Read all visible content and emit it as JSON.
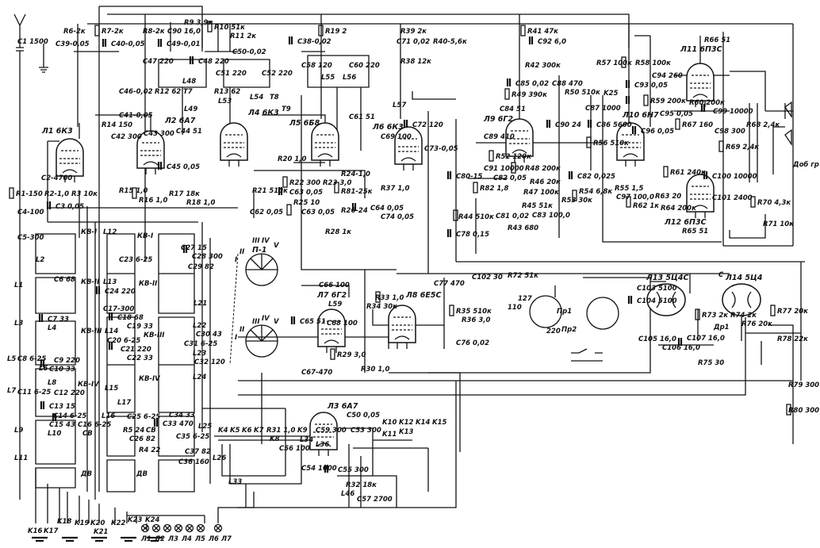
{
  "tubes": [
    "Л1 6К3",
    "Л2 6А7",
    "Л4 6К3",
    "Л5 6Б8",
    "Л6 6К3",
    "Л9 6Г2",
    "Л10 6Н7",
    "Л11 6П3С",
    "Л12 6П3С",
    "Л7 6Г2",
    "Л8 6Е5С",
    "Л3 6А7",
    "Л13 5Ц4С",
    "Л14 5Ц4"
  ],
  "components": [
    "C1 1500",
    "R6-2к",
    "C39-0,05",
    "R7-2к",
    "C40-0,05",
    "R8-2к",
    "C90 16,0",
    "C49-0,01",
    "R9 3,9к",
    "R10 51к",
    "R11 2к",
    "C50-0,02",
    "C47 220",
    "C48 220",
    "L48",
    "C46-0,02",
    "R12 62",
    "T7",
    "L49",
    "R13 62",
    "C51 220",
    "C52 220",
    "L53",
    "L54",
    "T8",
    "T9",
    "C41-0,05",
    "C42 300",
    "R14 150",
    "C43 300",
    "C44 51",
    "C45 0,05",
    "C2-4700",
    "R1-150",
    "R2-1,0",
    "R3 10к",
    "C4-100",
    "C3 0,05",
    "R15 1,0",
    "R16 1,0",
    "R17 18к",
    "R18 1,0",
    "R19 2",
    "C38-0,02",
    "C58 120",
    "C60 220",
    "L55",
    "L56",
    "C61 51",
    "R20 1,0",
    "R21 510к",
    "R22 300",
    "R23 3,0",
    "R24-1,0",
    "R81-25к",
    "R26-24",
    "R28 1к",
    "C63 0,05",
    "C64 0,05",
    "R39 2к",
    "C71 0,02",
    "R38 12к",
    "R40-5,6к",
    "L57",
    "C72 120",
    "C73-0,05",
    "C69 100",
    "R37 1,0",
    "C74 0,05",
    "R41 47к",
    "C92 6,0",
    "R42 300к",
    "C84 51",
    "C85 0,02",
    "C88 470",
    "R49 390к",
    "R50 510к",
    "C89 410",
    "R52 120к",
    "C90 24",
    "C87 1000",
    "K25",
    "C86 5600",
    "C91 10000",
    "R48 200к",
    "R47 100к",
    "R53 30к",
    "R54 6,8к",
    "C82 0,025",
    "R55 1,5",
    "R56 510к",
    "C80-15",
    "C82 0,05",
    "R82 1,8",
    "R46 20к",
    "R45 51к",
    "C81 0,02",
    "R43 680",
    "C83 100,0",
    "R44 510к",
    "C78 0,15",
    "R57 100к",
    "R58 100к",
    "C93 0,05",
    "C94 260",
    "R59 200к",
    "C95 0,05",
    "R60 200к",
    "R67 160",
    "C96 0,05",
    "C97 100,0",
    "R62 1к",
    "R63 20",
    "R64 200к",
    "R61 240к",
    "R66 51",
    "R65 51",
    "C98 300",
    "C99 10000",
    "R68 2,4к",
    "R69 2,4к",
    "C100 10000",
    "C101 2400",
    "R70 4,3к",
    "R71 10к",
    "Доб гр",
    "C102 30",
    "R72 51к",
    "C77 470",
    "R35 510к",
    "R36 3,0",
    "C76 0,02",
    "R33 1,0",
    "R34 30к",
    "C66 100",
    "L59",
    "C65 51",
    "C68 100",
    "R29 3,0",
    "R30 1,0",
    "C67-470",
    "C103 5100",
    "C104 5100",
    "Пр1",
    "Пр2",
    "110",
    "127",
    "220",
    "Др1",
    "C105 16,0",
    "C106 16,0",
    "C107 16,0",
    "R75 30",
    "R73 2к",
    "R74 2к",
    "R76 20к",
    "R77 20к",
    "R78 22к",
    "R79 300",
    "R80 300",
    "C",
    "C50 0,05",
    "C53 300",
    "R31 1,0",
    "C56 100",
    "C54 1000",
    "C55 300",
    "L33",
    "L34",
    "L36",
    "C5-300",
    "C6 68",
    "C7 33",
    "C8 6-25",
    "C9 220",
    "C10 33",
    "C11 6-25",
    "C12 220",
    "C13 15",
    "C14 6-25",
    "C15 43",
    "C16 6-25",
    "L1",
    "L2",
    "L3",
    "L4",
    "L5",
    "L6",
    "L7",
    "L8",
    "L9",
    "L10",
    "L11",
    "L12",
    "L13",
    "C17-300",
    "C18 68",
    "C19 33",
    "C20 6-25",
    "C21 220",
    "C22 33",
    "C23 6-25",
    "C24 220",
    "L14",
    "L15",
    "L16",
    "L17",
    "C25 6-25",
    "R5 24",
    "C26 82",
    "C27 15",
    "C28 300",
    "C29 82",
    "L21",
    "L22",
    "C30 43",
    "C31 6-25",
    "L23",
    "C32 120",
    "L24",
    "C33 470",
    "C34 33",
    "C35 6-25",
    "L25",
    "C36 160",
    "C37 82",
    "L26",
    "R4 22",
    "C57 2700",
    "L46",
    "C62 0,05",
    "R25 10",
    "C63 0,05",
    "R32 18к",
    "C59 300"
  ],
  "band_labels": [
    "КВ-I",
    "КВ-II",
    "КВ-III",
    "КВ-IV",
    "СВ",
    "ДВ",
    "КВ-I",
    "КВ-II",
    "КВ-III",
    "КВ-IV",
    "СВ",
    "ДВ"
  ],
  "switch": {
    "label": "П-1",
    "positions": [
      "I",
      "II",
      "III",
      "IV",
      "V",
      "I",
      "II",
      "III",
      "IV",
      "V"
    ]
  },
  "contacts": [
    "K16",
    "K17",
    "K18",
    "K19",
    "K20",
    "K21",
    "K22",
    "K23",
    "K24",
    "K4",
    "K5",
    "K6",
    "K7",
    "K8",
    "K9",
    "K10",
    "K11",
    "K12",
    "K13",
    "K14",
    "K15"
  ],
  "lamps": [
    "Л1",
    "Л2",
    "Л3",
    "Л4",
    "Л5",
    "Л6",
    "Л7"
  ]
}
